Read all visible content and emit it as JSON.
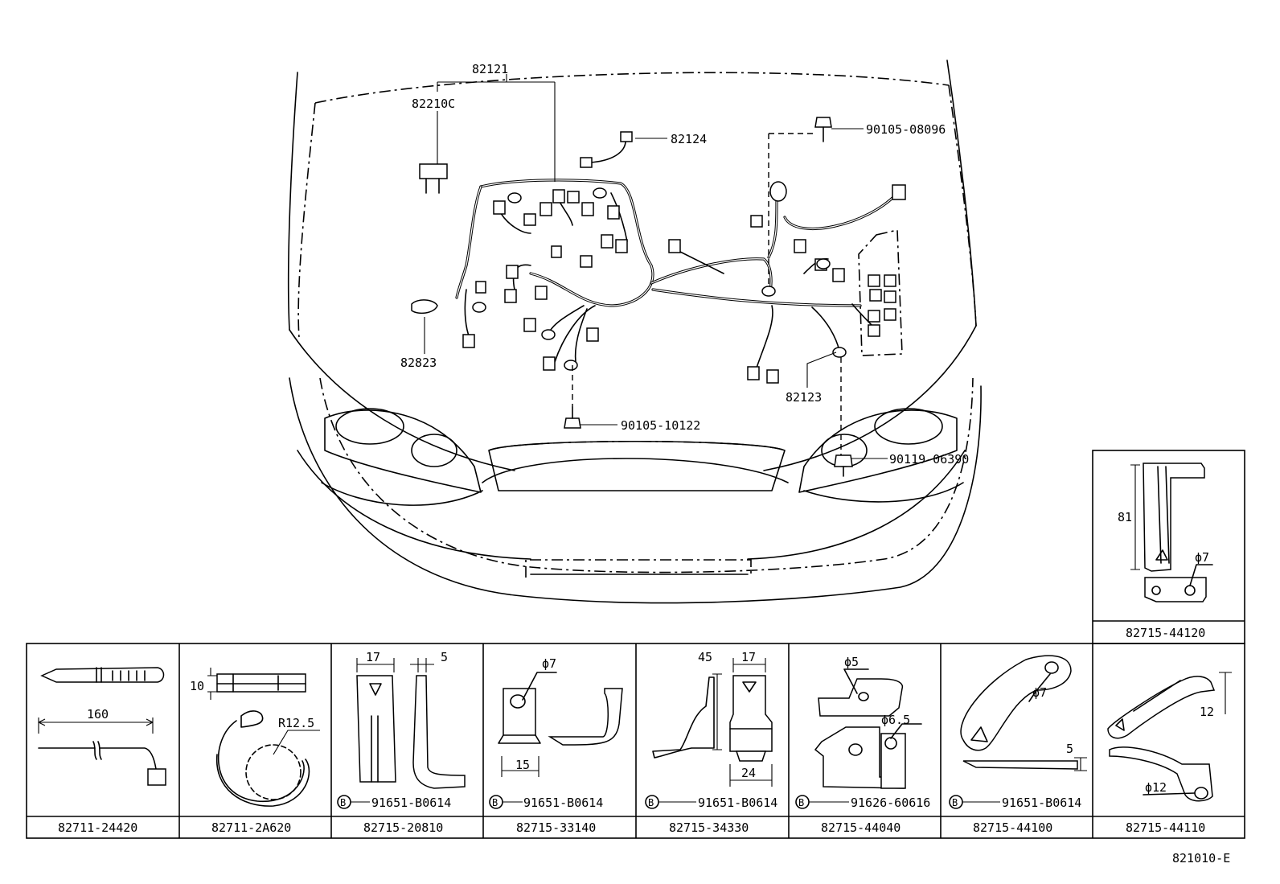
{
  "diagram_id": "821010-E",
  "main_labels": {
    "harness": "82121",
    "relay": "82210C",
    "connector_top": "82124",
    "bolt_top_right": "90105-08096",
    "sensor_left": "82823",
    "wire_right": "82123",
    "bolt_center": "90105-10122",
    "bolt_right": "90119-06390"
  },
  "bolt_symbol": "B",
  "parts": [
    {
      "part_no": "82711-24420",
      "dims": [
        "160"
      ],
      "bolt_no": ""
    },
    {
      "part_no": "82711-2A620",
      "dims": [
        "10",
        "R12.5"
      ],
      "bolt_no": ""
    },
    {
      "part_no": "82715-20810",
      "dims": [
        "17",
        "5"
      ],
      "bolt_no": "91651-B0614"
    },
    {
      "part_no": "82715-33140",
      "dims": [
        "ϕ7",
        "15"
      ],
      "bolt_no": "91651-B0614"
    },
    {
      "part_no": "82715-34330",
      "dims": [
        "45",
        "17",
        "24"
      ],
      "bolt_no": "91651-B0614"
    },
    {
      "part_no": "82715-44040",
      "dims": [
        "ϕ5",
        "ϕ6.5"
      ],
      "bolt_no": "91626-60616"
    },
    {
      "part_no": "82715-44100",
      "dims": [
        "ϕ7",
        "5"
      ],
      "bolt_no": "91651-B0614"
    },
    {
      "part_no": "82715-44110",
      "dims": [
        "12",
        "ϕ12"
      ],
      "bolt_no": ""
    }
  ],
  "top_part": {
    "part_no": "82715-44120",
    "dims": [
      "81",
      "ϕ7"
    ]
  }
}
